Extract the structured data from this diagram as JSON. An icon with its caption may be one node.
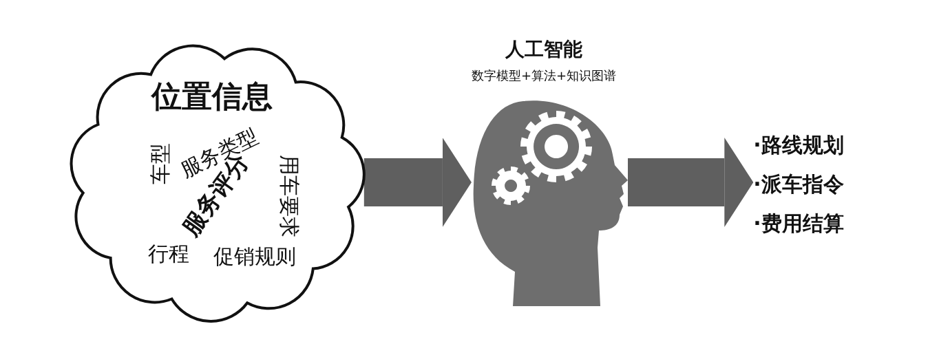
{
  "diagram": {
    "nodes": [
      {
        "text": [
          "位置信息",
          "车型",
          "服务类型",
          "服务评分",
          "用车要求",
          "行程",
          "促销规则"
        ]
      },
      {
        "text": [
          "人工智能",
          "数字模型+算法+知识图谱"
        ]
      },
      {
        "text": [
          "·路线规划",
          "·派车指令",
          "·费用结算"
        ]
      }
    ],
    "edges": [
      {
        "from": 0,
        "to": 1,
        "arrow": "to"
      },
      {
        "from": 1,
        "to": 2,
        "arrow": "to"
      }
    ]
  }
}
